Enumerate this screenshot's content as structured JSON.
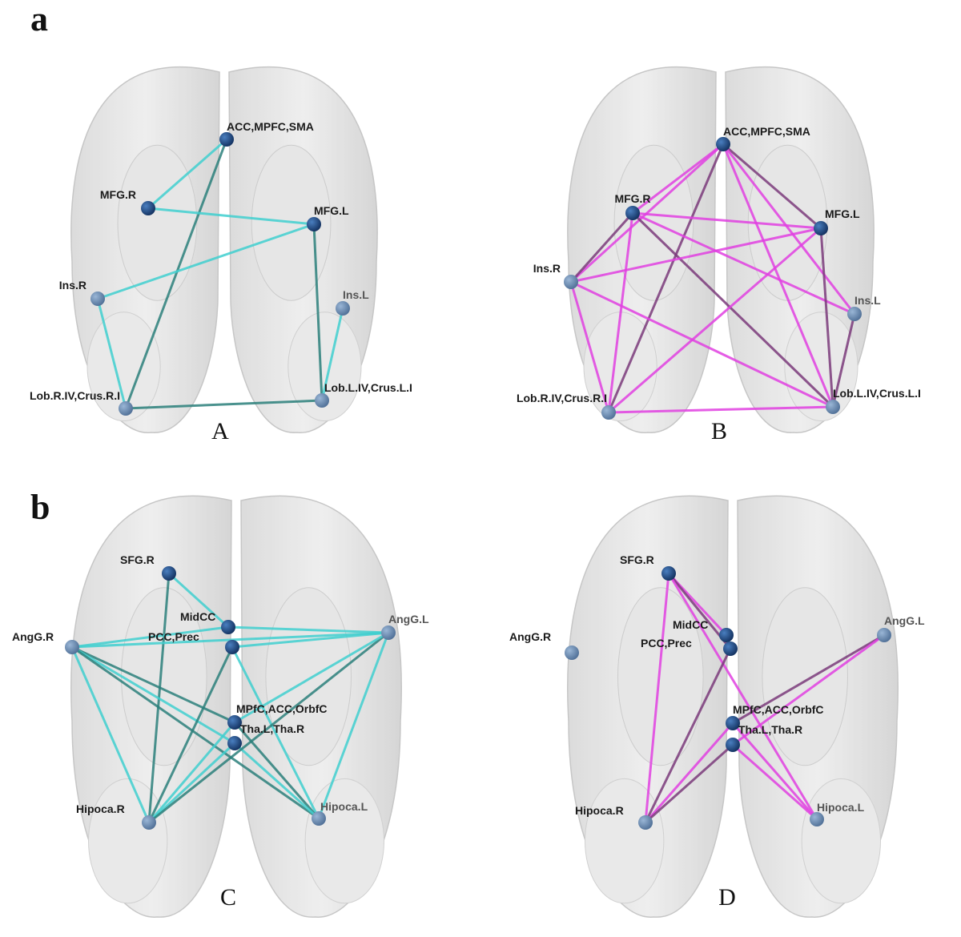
{
  "panel_letters": {
    "a": "a",
    "b": "b"
  },
  "panels": [
    {
      "id": "A",
      "caption": "A",
      "edge_color": "#3fcfcf",
      "edge_dark": "#2a7f7a",
      "nodes": {
        "acc": "ACC,MPFC,SMA",
        "mfgr": "MFG.R",
        "mfgl": "MFG.L",
        "insr": "Ins.R",
        "insl": "Ins.L",
        "lobr": "Lob.R.IV,Crus.R.I",
        "lobl": "Lob.L.IV,Crus.L.I"
      },
      "edges": [
        [
          "acc",
          "mfgr"
        ],
        [
          "acc",
          "lobr"
        ],
        [
          "mfgr",
          "mfgl"
        ],
        [
          "mfgl",
          "insr"
        ],
        [
          "mfgl",
          "lobl"
        ],
        [
          "insr",
          "lobr"
        ],
        [
          "insl",
          "lobl"
        ],
        [
          "lobr",
          "lobl"
        ]
      ]
    },
    {
      "id": "B",
      "caption": "B",
      "edge_color": "#e040e0",
      "edge_dark": "#7a3a7a",
      "nodes": {
        "acc": "ACC,MPFC,SMA",
        "mfgr": "MFG.R",
        "mfgl": "MFG.L",
        "insr": "Ins.R",
        "insl": "Ins.L",
        "lobr": "Lob.R.IV,Crus.R.I",
        "lobl": "Lob.L.IV,Crus.L.I"
      },
      "edges": [
        [
          "acc",
          "mfgr"
        ],
        [
          "acc",
          "mfgl"
        ],
        [
          "acc",
          "insr"
        ],
        [
          "acc",
          "insl"
        ],
        [
          "acc",
          "lobr"
        ],
        [
          "acc",
          "lobl"
        ],
        [
          "mfgr",
          "mfgl"
        ],
        [
          "mfgr",
          "insr"
        ],
        [
          "mfgr",
          "insl"
        ],
        [
          "mfgr",
          "lobr"
        ],
        [
          "mfgr",
          "lobl"
        ],
        [
          "mfgl",
          "insr"
        ],
        [
          "mfgl",
          "lobr"
        ],
        [
          "mfgl",
          "lobl"
        ],
        [
          "insr",
          "lobr"
        ],
        [
          "insr",
          "lobl"
        ],
        [
          "insl",
          "lobl"
        ],
        [
          "lobr",
          "lobl"
        ]
      ]
    },
    {
      "id": "C",
      "caption": "C",
      "edge_color": "#3fcfcf",
      "edge_dark": "#2a7f7a",
      "nodes": {
        "sfg": "SFG.R",
        "midcc": "MidCC",
        "pcc": "PCC,Prec",
        "mpfc": "MPfC,ACC,OrbfC",
        "tha": "Tha.L,Tha.R",
        "angr": "AngG.R",
        "angl": "AngG.L",
        "hipr": "Hipoca.R",
        "hipl": "Hipoca.L"
      },
      "edges": [
        [
          "sfg",
          "midcc"
        ],
        [
          "sfg",
          "hipr"
        ],
        [
          "angr",
          "angl"
        ],
        [
          "angr",
          "midcc"
        ],
        [
          "angr",
          "mpfc"
        ],
        [
          "angr",
          "tha"
        ],
        [
          "angr",
          "hipr"
        ],
        [
          "angr",
          "hipl"
        ],
        [
          "midcc",
          "angl"
        ],
        [
          "pcc",
          "angl"
        ],
        [
          "pcc",
          "hipr"
        ],
        [
          "pcc",
          "hipl"
        ],
        [
          "mpfc",
          "hipr"
        ],
        [
          "mpfc",
          "hipl"
        ],
        [
          "tha",
          "hipr"
        ],
        [
          "tha",
          "hipl"
        ],
        [
          "angl",
          "hipr"
        ],
        [
          "angl",
          "hipl"
        ],
        [
          "mpfc",
          "angl"
        ]
      ]
    },
    {
      "id": "D",
      "caption": "D",
      "edge_color": "#e040e0",
      "edge_dark": "#7a3a7a",
      "nodes": {
        "sfg": "SFG.R",
        "midcc": "MidCC",
        "pcc": "PCC,Prec",
        "mpfc": "MPfC,ACC,OrbfC",
        "tha": "Tha.L,Tha.R",
        "angr": "AngG.R",
        "angl": "AngG.L",
        "hipr": "Hipoca.R",
        "hipl": "Hipoca.L"
      },
      "edges": [
        [
          "sfg",
          "midcc"
        ],
        [
          "sfg",
          "pcc"
        ],
        [
          "sfg",
          "hipr"
        ],
        [
          "sfg",
          "hipl"
        ],
        [
          "mpfc",
          "angl"
        ],
        [
          "tha",
          "angl"
        ],
        [
          "mpfc",
          "hipr"
        ],
        [
          "tha",
          "hipr"
        ],
        [
          "mpfc",
          "hipl"
        ],
        [
          "tha",
          "hipl"
        ],
        [
          "pcc",
          "hipr"
        ]
      ]
    }
  ]
}
